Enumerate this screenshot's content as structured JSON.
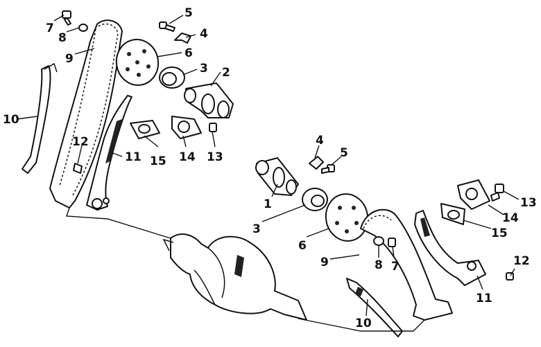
{
  "diagram": {
    "callouts": [
      "1",
      "2",
      "3",
      "4",
      "5",
      "6",
      "7",
      "8",
      "9",
      "10",
      "11",
      "12",
      "13",
      "14",
      "15"
    ],
    "upper_assembly": {
      "labels": {
        "p7": "7",
        "p8": "8",
        "p9": "9",
        "p5": "5",
        "p4": "4",
        "p6": "6",
        "p3": "3",
        "p2": "2",
        "p10": "10",
        "p12": "12",
        "p11": "11",
        "p15": "15",
        "p14": "14",
        "p13": "13"
      }
    },
    "lower_assembly": {
      "labels": {
        "p4": "4",
        "p5": "5",
        "p1": "1",
        "p3": "3",
        "p6": "6",
        "p9": "9",
        "p8": "8",
        "p7": "7",
        "p13": "13",
        "p14": "14",
        "p15": "15",
        "p12": "12",
        "p11": "11",
        "p10": "10"
      }
    }
  }
}
